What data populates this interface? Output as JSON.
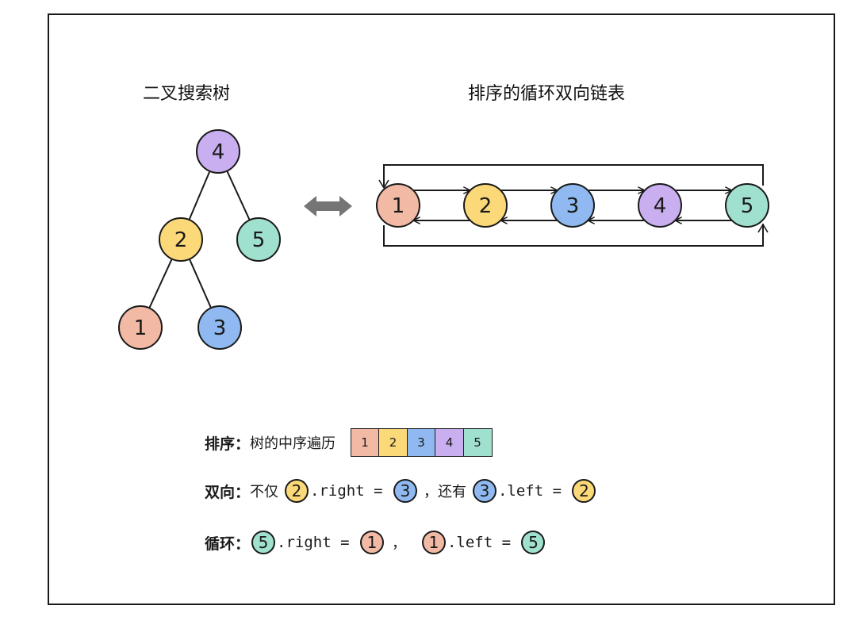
{
  "titles": {
    "tree": "二叉搜索树",
    "list": "排序的循环双向链表"
  },
  "node_colors": {
    "1": "#f2b9a5",
    "2": "#fbd878",
    "3": "#8fb9f0",
    "4": "#c9aef0",
    "5": "#a0e0cf"
  },
  "tree": {
    "nodes": [
      {
        "id": "4",
        "label": "4"
      },
      {
        "id": "2",
        "label": "2"
      },
      {
        "id": "5",
        "label": "5"
      },
      {
        "id": "1",
        "label": "1"
      },
      {
        "id": "3",
        "label": "3"
      }
    ],
    "edges": [
      [
        "4",
        "2"
      ],
      [
        "4",
        "5"
      ],
      [
        "2",
        "1"
      ],
      [
        "2",
        "3"
      ]
    ]
  },
  "list": {
    "nodes": [
      "1",
      "2",
      "3",
      "4",
      "5"
    ]
  },
  "desc": {
    "sort": {
      "label": "排序：",
      "text": "树的中序遍历",
      "cells": [
        "1",
        "2",
        "3",
        "4",
        "5"
      ]
    },
    "bi": {
      "label": "双向：",
      "t1": "不仅",
      "n1": "2",
      "c1": ".right = ",
      "n2": "3",
      "t2": "，还有",
      "n3": "3",
      "c2": ".left = ",
      "n4": "2"
    },
    "cyc": {
      "label": "循环：",
      "n1": "5",
      "c1": ".right = ",
      "n2": "1",
      "sep": "，",
      "n3": "1",
      "c2": ".left = ",
      "n4": "5"
    }
  }
}
